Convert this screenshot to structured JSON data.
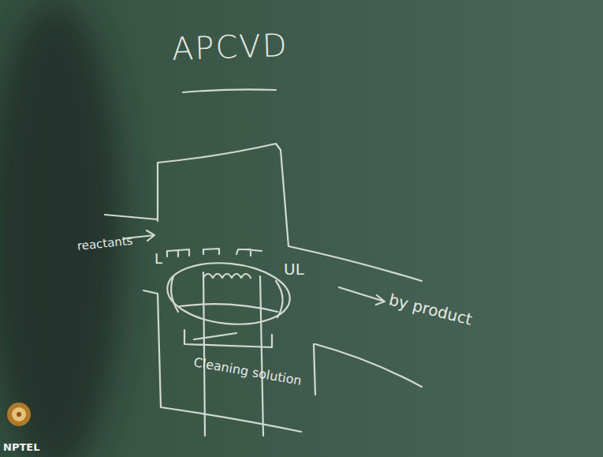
{
  "diagram": {
    "title": "APCVD",
    "labels": [
      "reactants",
      "L",
      "UL",
      "by product",
      "Cleaning solution",
      "NPTEL"
    ]
  }
}
